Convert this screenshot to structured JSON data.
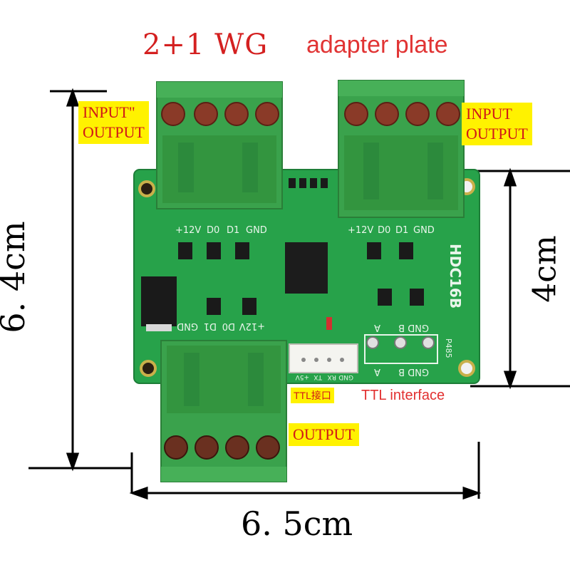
{
  "title": {
    "main": "2+1  WG",
    "sub": "adapter plate"
  },
  "callouts": {
    "left_top": {
      "line1": "INPUT\"",
      "line2": "OUTPUT"
    },
    "right_top": {
      "line1": "INPUT",
      "line2": "OUTPUT"
    },
    "bottom": "OUTPUT",
    "ttl_chip": "TTL接口",
    "ttl_interface": "TTL interface"
  },
  "dimensions": {
    "height_total": "6. 4cm",
    "height_right": "4cm",
    "width": "6. 5cm"
  },
  "board": {
    "model": "HDC16B",
    "pins_top_left": [
      "+12V",
      "D0",
      "D1",
      "GND"
    ],
    "pins_top_right": [
      "+12V",
      "D0",
      "D1",
      "GND"
    ],
    "pins_bottom_left": [
      "GND",
      "D1",
      "D0",
      "+12V"
    ],
    "rs485_label": "P485",
    "rs485_pins_top": [
      "A",
      "B",
      "GND"
    ],
    "rs485_pins_bottom": [
      "A",
      "B",
      "GND"
    ],
    "ttl_pins": [
      "+5V",
      "TX",
      "RX",
      "GND"
    ]
  },
  "colors": {
    "pcb": "#27a24a",
    "terminal": "#3aa24c",
    "terminal_dark": "#2c8a3c",
    "screw": "#8a3a28",
    "title_red": "#d42020",
    "callout_yellow": "#fff200"
  }
}
